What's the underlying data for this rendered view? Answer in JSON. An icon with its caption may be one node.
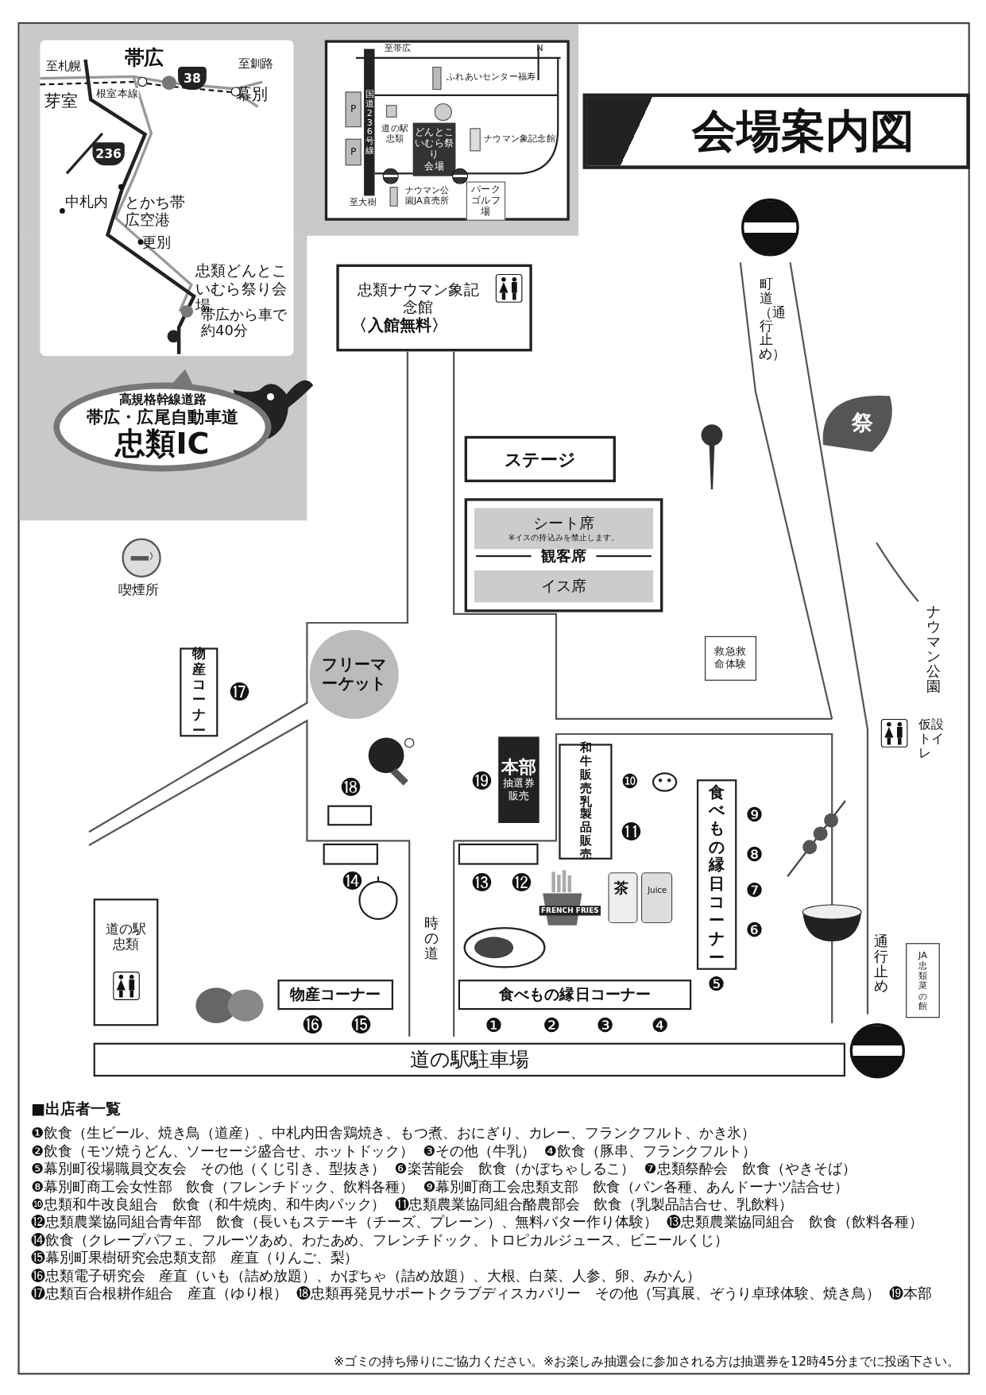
{
  "diagram": {
    "nodes": [
      {
        "text": [
          "会場案内図"
        ]
      },
      {
        "text": [
          "高規格幹線道路",
          "帯広・広尾自動車道",
          "忠類IC"
        ]
      },
      {
        "text": [
          "38"
        ]
      },
      {
        "text": [
          "236"
        ]
      },
      {
        "text": [],
        "shape": "box"
      },
      {
        "text": [],
        "shape": "box",
        "in": 4,
        "beside": [
          "ふれあいセンター福寿"
        ]
      },
      {
        "text": [],
        "shape": "circle",
        "in": 4
      },
      {
        "text": [],
        "shape": "box",
        "in": 4,
        "beside": [
          "道の駅忠類"
        ]
      },
      {
        "text": [
          "どんとこいむら祭り",
          "会場"
        ],
        "in": 4
      },
      {
        "text": [],
        "shape": "box",
        "in": 4,
        "beside": [
          "ナウマン象記念館"
        ]
      },
      {
        "text": [
          "P"
        ],
        "in": 4
      },
      {
        "text": [
          "P"
        ],
        "in": 4
      },
      {
        "text": [],
        "shape": "circle",
        "in": 4
      },
      {
        "text": [],
        "shape": "circle",
        "in": 4
      },
      {
        "text": [],
        "shape": "box",
        "in": 4,
        "beside": [
          "ナウマン公園JA直売所"
        ]
      },
      {
        "text": [
          "パークゴルフ場"
        ],
        "in": 4
      },
      {
        "text": [],
        "shape": "circle"
      },
      {
        "text": [
          "忠類ナウマン象記念館",
          "〈入館無料〉"
        ]
      },
      {
        "text": [
          "ステージ"
        ]
      },
      {
        "text": [
          "観客席"
        ]
      },
      {
        "text": [
          "シート席",
          "※イスの持込みを禁止します。"
        ],
        "in": 19
      },
      {
        "text": [
          "イス席"
        ],
        "in": 19
      },
      {
        "text": [],
        "shape": "circle",
        "beside": [
          "喫煙所"
        ]
      },
      {
        "text": [
          "フリーマーケット"
        ]
      },
      {
        "text": [
          "救急救命体験"
        ]
      },
      {
        "text": [
          "物産コーナー"
        ]
      },
      {
        "text": [
          "本部",
          "抽選券販売"
        ]
      },
      {
        "text": [
          "和牛販売乳製品販売"
        ]
      },
      {
        "text": [
          "食べもの縁日コーナー"
        ]
      },
      {
        "text": [],
        "shape": "box"
      },
      {
        "text": [],
        "shape": "box"
      },
      {
        "text": [],
        "shape": "box"
      },
      {
        "text": [
          "道の駅忠類"
        ]
      },
      {
        "text": [
          "物産コーナー"
        ]
      },
      {
        "text": [
          "食べもの縁日コーナー"
        ]
      },
      {
        "text": [
          "道の駅駐車場"
        ]
      },
      {
        "text": [
          "JA忠類菜の館"
        ]
      },
      {
        "text": [],
        "shape": "circle"
      }
    ],
    "labels": [
      "至札幌",
      "帯広",
      "至釧路",
      "根室本線",
      "芽室",
      "幕別",
      "中札内",
      "とかち帯広空港",
      "更別",
      "忠類どんとこいむら祭り会場",
      "帯広から車で約40分",
      "至帯広",
      "N",
      "国道236号線",
      "至大樹",
      "町道（通行止め）",
      "ナウマン公園",
      "仮設トイレ",
      "時の道",
      "通行止め",
      "⓱",
      "⓲",
      "⓳",
      "❿",
      "⓫",
      "❾",
      "❽",
      "❼",
      "❻",
      "❺",
      "⓮",
      "⓭",
      "⓬",
      "⓰",
      "⓯",
      "❶",
      "❷",
      "❸",
      "❹",
      "祭",
      "FRENCH FRIES",
      "茶",
      "Juice",
      "■出店者一覧",
      "❶飲食（生ビール、焼き鳥（道産）、中札内田舎鶏焼き、もつ煮、おにぎり、カレー、フランクフルト、かき氷）",
      "❷飲食（モツ焼うどん、ソーセージ盛合せ、ホットドック）",
      "❸その他（牛乳）",
      "❹飲食（豚串、フランクフルト）",
      "❺幕別町役場職員交友会　その他（くじ引き、型抜き）",
      "❻楽苦能会　飲食（かぼちゃしるこ）",
      "❼忠類祭酔会　飲食（やきそば）",
      "❽幕別町商工会女性部　飲食（フレンチドック、飲料各種）",
      "❾幕別町商工会忠類支部　飲食（パン各種、あんドーナツ詰合せ）",
      "❿忠類和牛改良組合　飲食（和牛焼肉、和牛肉パック）",
      "⓫忠類農業協同組合酪農部会　飲食（乳製品詰合せ、乳飲料）",
      "⓬忠類農業協同組合青年部　飲食（長いもステーキ（チーズ、プレーン）、無料バター作り体験）",
      "⓭忠類農業協同組合　飲食（飲料各種）",
      "⓮飲食（クレープパフェ、フルーツあめ、わたあめ、フレンチドック、トロピカルジュース、ビニールくじ）",
      "⓯幕別町果樹研究会忠類支部　産直（りんご、梨）",
      "⓰忠類電子研究会　産直（いも（詰め放題）、かぼちゃ（詰め放題）、大根、白菜、人参、卵、みかん）",
      "⓱忠類百合根耕作組合　産直（ゆり根）",
      "⓲忠類再発見サポートクラブディスカバリー　その他（写真展、ぞうり卓球体験、焼き鳥）",
      "⓳本部",
      "※ゴミの持ち帰りにご協力ください。※お楽しみ抽選会に参加される方は抽選券を12時45分までに投函下さい。"
    ]
  }
}
